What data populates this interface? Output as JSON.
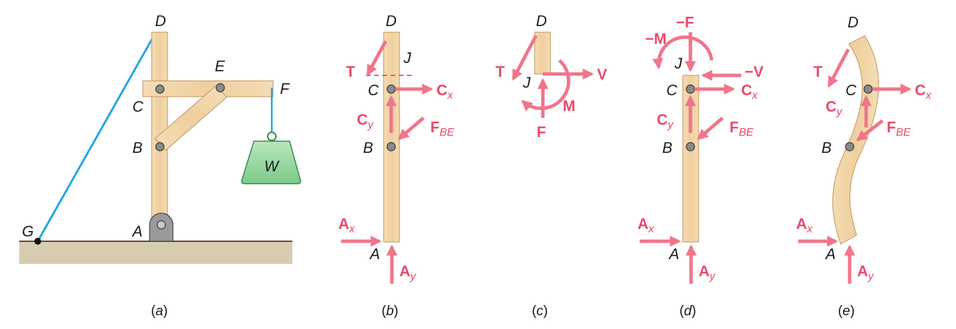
{
  "colors": {
    "wood": "#f1d3a6",
    "wood_edge": "#c99f6c",
    "force": "#f0758a",
    "force_text": "#e84a6a",
    "cable": "#1ea7e1",
    "ground": "#d8ccb0",
    "weight": "#8fd39a",
    "weight_edge": "#2f8a49"
  },
  "panels": {
    "a": {
      "caption": "a",
      "labels": {
        "D": "D",
        "E": "E",
        "F": "F",
        "C": "C",
        "B": "B",
        "A": "A",
        "G": "G",
        "W": "W"
      }
    },
    "b": {
      "caption": "b",
      "labels": {
        "D": "D",
        "J": "J",
        "C": "C",
        "B": "B",
        "A": "A"
      },
      "forces": {
        "T": "T",
        "Cx": {
          "main": "C",
          "sub": "x"
        },
        "Cy": {
          "main": "C",
          "sub": "y"
        },
        "FBE": {
          "main": "F",
          "sub": "BE"
        },
        "Ax": {
          "main": "A",
          "sub": "x"
        },
        "Ay": {
          "main": "A",
          "sub": "y"
        }
      }
    },
    "c": {
      "caption": "c",
      "labels": {
        "D": "D",
        "J": "J"
      },
      "forces": {
        "T": "T",
        "V": "V",
        "M": "M",
        "F": "F"
      }
    },
    "d": {
      "caption": "d",
      "labels": {
        "J": "J",
        "C": "C",
        "B": "B",
        "A": "A"
      },
      "forces": {
        "negM": "−M",
        "negF": "−F",
        "negV": "−V",
        "Cx": {
          "main": "C",
          "sub": "x"
        },
        "Cy": {
          "main": "C",
          "sub": "y"
        },
        "FBE": {
          "main": "F",
          "sub": "BE"
        },
        "Ax": {
          "main": "A",
          "sub": "x"
        },
        "Ay": {
          "main": "A",
          "sub": "y"
        }
      }
    },
    "e": {
      "caption": "e",
      "labels": {
        "D": "D",
        "C": "C",
        "B": "B",
        "A": "A"
      },
      "forces": {
        "T": "T",
        "Cx": {
          "main": "C",
          "sub": "x"
        },
        "Cy": {
          "main": "C",
          "sub": "y"
        },
        "FBE": {
          "main": "F",
          "sub": "BE"
        },
        "Ax": {
          "main": "A",
          "sub": "x"
        },
        "Ay": {
          "main": "A",
          "sub": "y"
        }
      }
    }
  }
}
